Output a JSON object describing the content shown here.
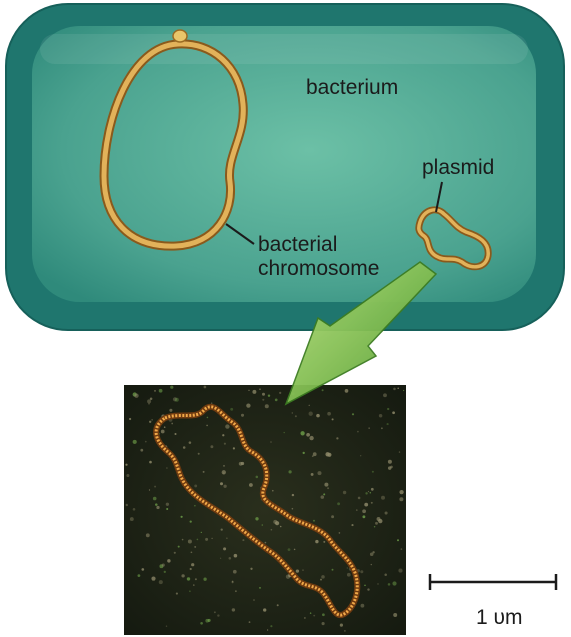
{
  "labels": {
    "bacterium": "bacterium",
    "plasmid": "plasmid",
    "chromosome_line1": "bacterial",
    "chromosome_line2": "chromosome"
  },
  "scale_bar": {
    "label": "1 υm"
  },
  "colors": {
    "cell_outer": "#1f7a72",
    "cell_inner": "#4fa893",
    "dna_strand": "#d8a24a",
    "arrow": "#7ec44a",
    "micrograph_bg": "#1f2418",
    "micrograph_dna": "#e6933a"
  }
}
